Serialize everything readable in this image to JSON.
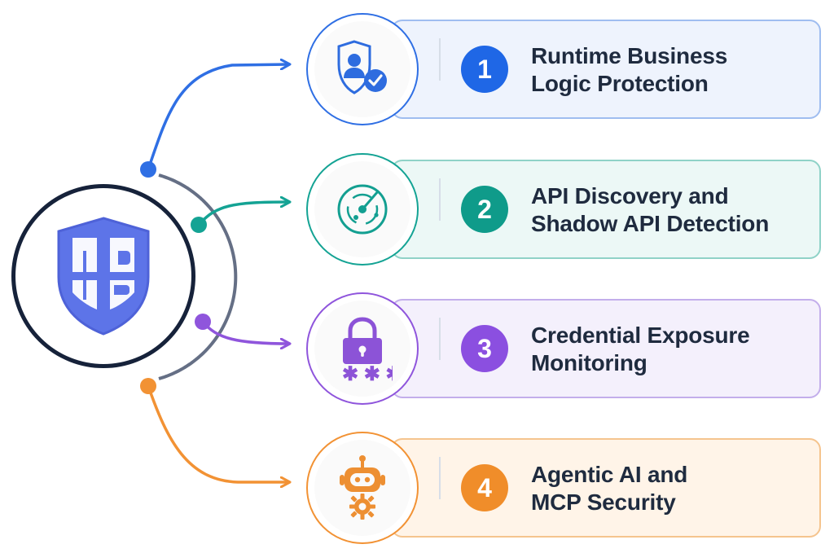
{
  "features": [
    {
      "number": "1",
      "title_line1": "Runtime Business",
      "title_line2": "Logic Protection",
      "color": "#2f6fe4",
      "icon": "shield-user-check-icon"
    },
    {
      "number": "2",
      "title_line1": "API Discovery and",
      "title_line2": "Shadow API Detection",
      "color": "#14a394",
      "icon": "radar-icon"
    },
    {
      "number": "3",
      "title_line1": "Credential Exposure",
      "title_line2": "Monitoring",
      "color": "#8f55dc",
      "icon": "padlock-password-icon"
    },
    {
      "number": "4",
      "title_line1": "Agentic AI and",
      "title_line2": "MCP Security",
      "color": "#f29234",
      "icon": "robot-gear-icon"
    }
  ],
  "hub": {
    "icon": "shield-logo-icon",
    "color": "#5d74e8"
  }
}
